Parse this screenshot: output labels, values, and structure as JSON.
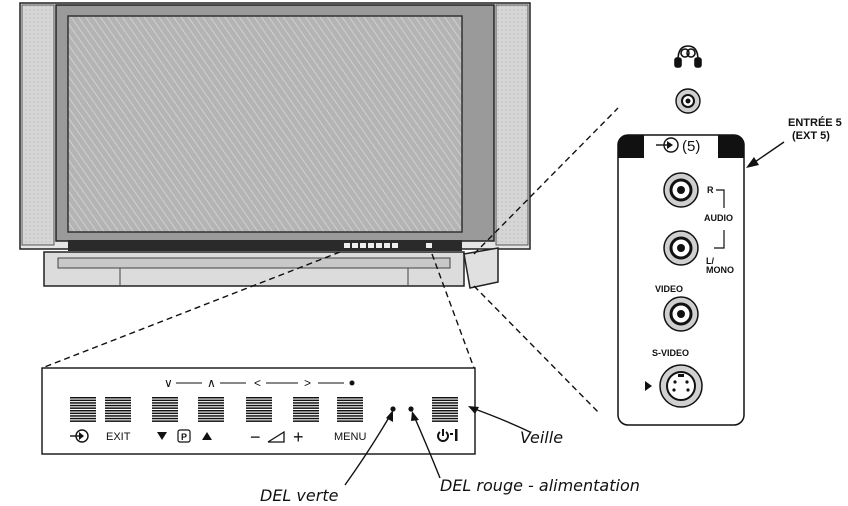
{
  "panel_top_labels": {
    "ch_down": "∨",
    "ch_up": "∧",
    "vol_down": "<",
    "vol_up": ">"
  },
  "panel_buttons": {
    "input_icon": "input-source-icon",
    "exit": "EXIT",
    "program_label": "P",
    "vol_minus": "−",
    "vol_plus": "+",
    "menu": "MENU",
    "power_icon": "power-standby-icon"
  },
  "callouts": {
    "standby": "Veille",
    "green_led": "DEL verte",
    "red_led": "DEL rouge - alimentation"
  },
  "side_panel": {
    "input_title": "(5)",
    "input_label_line1": "ENTRÉE 5",
    "input_label_line2": "(EXT 5)",
    "audio_r": "R",
    "audio": "AUDIO",
    "audio_l_line1": "L/",
    "audio_l_line2": "MONO",
    "video": "VIDEO",
    "svideo": "S-VIDEO",
    "headphone_icon": "headphones-icon"
  },
  "colors": {
    "line": "#111111",
    "tv_grey": "#c8c8c8",
    "screen_grey": "#a8a8a8",
    "dark": "#1a1a1a"
  }
}
